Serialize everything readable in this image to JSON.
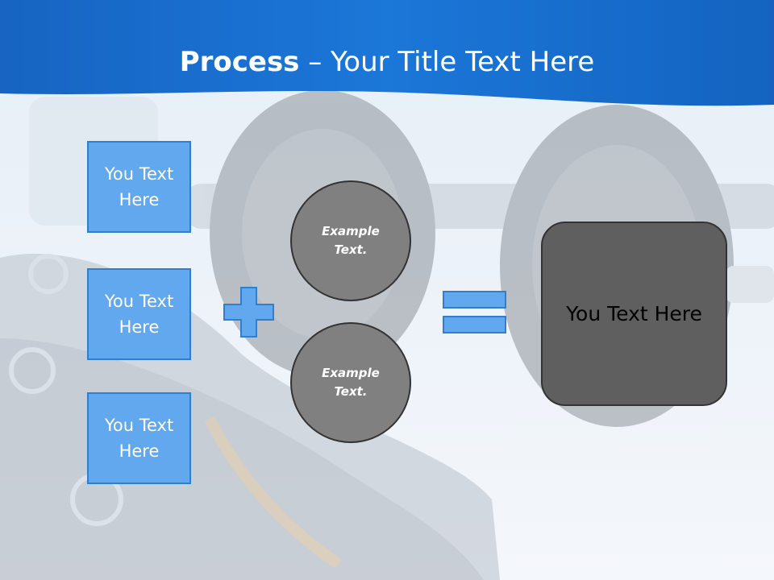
{
  "title": {
    "bold": "Process",
    "rest": " – Your Title Text Here"
  },
  "boxes": [
    {
      "label": "You Text Here"
    },
    {
      "label": "You Text Here"
    },
    {
      "label": "You Text Here"
    }
  ],
  "circles": [
    {
      "label": "Example Text."
    },
    {
      "label": "Example Text."
    }
  ],
  "result": {
    "label": "You Text Here"
  },
  "colors": {
    "header_blue": "#1a6fd0",
    "box_fill": "#62a8ee",
    "box_border": "#2f7fd0",
    "circle_fill": "#808080",
    "result_fill": "#5f5f5f"
  },
  "icons": [
    "plus-icon",
    "equals-icon"
  ]
}
